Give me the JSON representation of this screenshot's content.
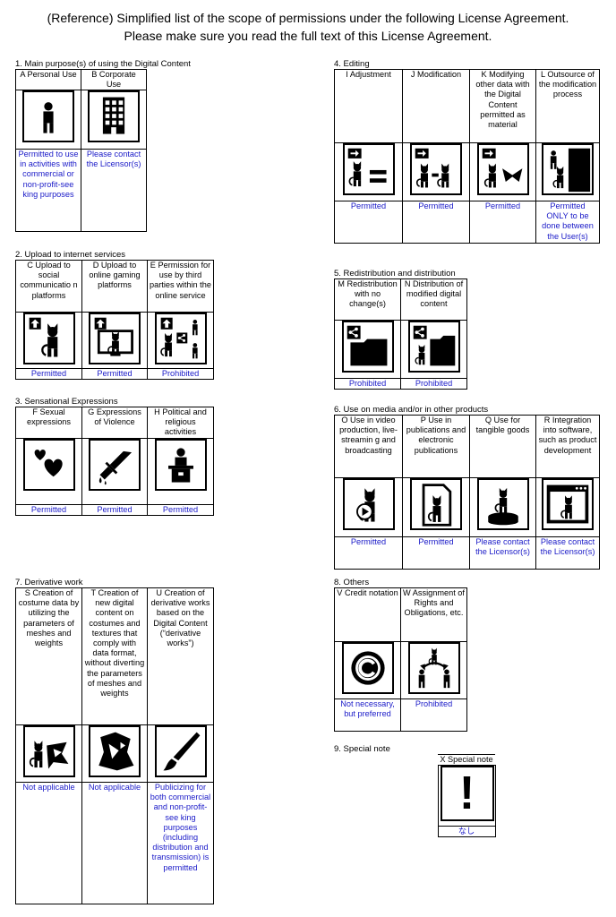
{
  "header": {
    "line1": "(Reference) Simplified list of the scope of permissions under the following License Agreement.",
    "line2": "Please make sure you read the full text of this License Agreement."
  },
  "sections": {
    "s1": {
      "title": "1. Main purpose(s) of using the Digital Content",
      "items": [
        {
          "label": "A Personal Use",
          "icon": "person-icon",
          "result": "Permitted to use in activities with commercial or non-profit-see king purposes"
        },
        {
          "label": "B Corporate Use",
          "icon": "building-icon",
          "result": "Please contact the Licensor(s)"
        }
      ]
    },
    "s2": {
      "title": "2. Upload to internet services",
      "items": [
        {
          "label": "C Upload to social communicatio n platforms",
          "icon": "social-upload-icon",
          "result": "Permitted"
        },
        {
          "label": "D Upload to online gaming platforms",
          "icon": "gaming-upload-icon",
          "result": "Permitted"
        },
        {
          "label": "E Permission for use by third parties within the online service",
          "icon": "third-party-share-icon",
          "result": "Prohibited"
        }
      ]
    },
    "s3": {
      "title": "3. Sensational Expressions",
      "items": [
        {
          "label": "F Sexual expressions",
          "icon": "hearts-icon",
          "result": "Permitted"
        },
        {
          "label": "G Expressions of Violence",
          "icon": "knife-icon",
          "result": "Permitted"
        },
        {
          "label": "H Political and religious activities",
          "icon": "podium-speaker-icon",
          "result": "Permitted"
        }
      ]
    },
    "s4": {
      "title": "4. Editing",
      "items": [
        {
          "label": "I Adjustment",
          "icon": "adjust-icon",
          "result": "Permitted"
        },
        {
          "label": "J Modification",
          "icon": "modify-icon",
          "result": "Permitted"
        },
        {
          "label": "K Modifying other data with the Digital Content permitted as material",
          "icon": "modify-other-data-icon",
          "result": "Permitted"
        },
        {
          "label": "L Outsource of the modification process",
          "icon": "outsource-icon",
          "result": "Permitted ONLY to be done between the User(s)"
        }
      ]
    },
    "s5": {
      "title": "5. Redistribution and distribution",
      "items": [
        {
          "label": "M Redistribution with no change(s)",
          "icon": "redistribute-icon",
          "result": "Prohibited"
        },
        {
          "label": "N Distribution of modified digital content",
          "icon": "distribute-modified-icon",
          "result": "Prohibited"
        }
      ]
    },
    "s6": {
      "title": "6. Use on media and/or in other products",
      "items": [
        {
          "label": "O Use in video production, live-streamin g and broadcasting",
          "icon": "video-icon",
          "result": "Permitted"
        },
        {
          "label": "P Use in publications and electronic publications",
          "icon": "publication-icon",
          "result": "Permitted"
        },
        {
          "label": "Q Use for tangible goods",
          "icon": "figure-icon",
          "result": "Please contact the Licensor(s)"
        },
        {
          "label": "R Integration into software, such as product development",
          "icon": "software-window-icon",
          "result": "Please contact the Licensor(s)"
        }
      ]
    },
    "s7": {
      "title": "7. Derivative work",
      "items": [
        {
          "label": "S Creation of costume data by utilizing the parameters of meshes and weights",
          "icon": "costume-data-icon",
          "result": "Not applicable"
        },
        {
          "label": "T Creation of new digital content on costumes and textures that comply with data format, without diverting the parameters of meshes and weights",
          "icon": "new-costume-icon",
          "result": "Not applicable"
        },
        {
          "label": "U Creation of derivative works based on the Digital Content (“derivative works”)",
          "icon": "brush-icon",
          "result": "Publicizing for both commercial and non-profit-see king purposes (including distribution and transmission) is permitted"
        }
      ]
    },
    "s8": {
      "title": "8. Others",
      "items": [
        {
          "label": "V Credit notation",
          "icon": "copyright-icon",
          "result": "Not necessary, but preferred"
        },
        {
          "label": "W Assignment of Rights and Obligations, etc.",
          "icon": "assignment-icon",
          "result": "Prohibited"
        }
      ]
    },
    "s9": {
      "title": "9. Special note",
      "items": [
        {
          "label": "X Special note",
          "icon": "exclamation-icon",
          "result": "なし"
        }
      ]
    }
  },
  "symbols": {
    "exclamation": "!"
  }
}
